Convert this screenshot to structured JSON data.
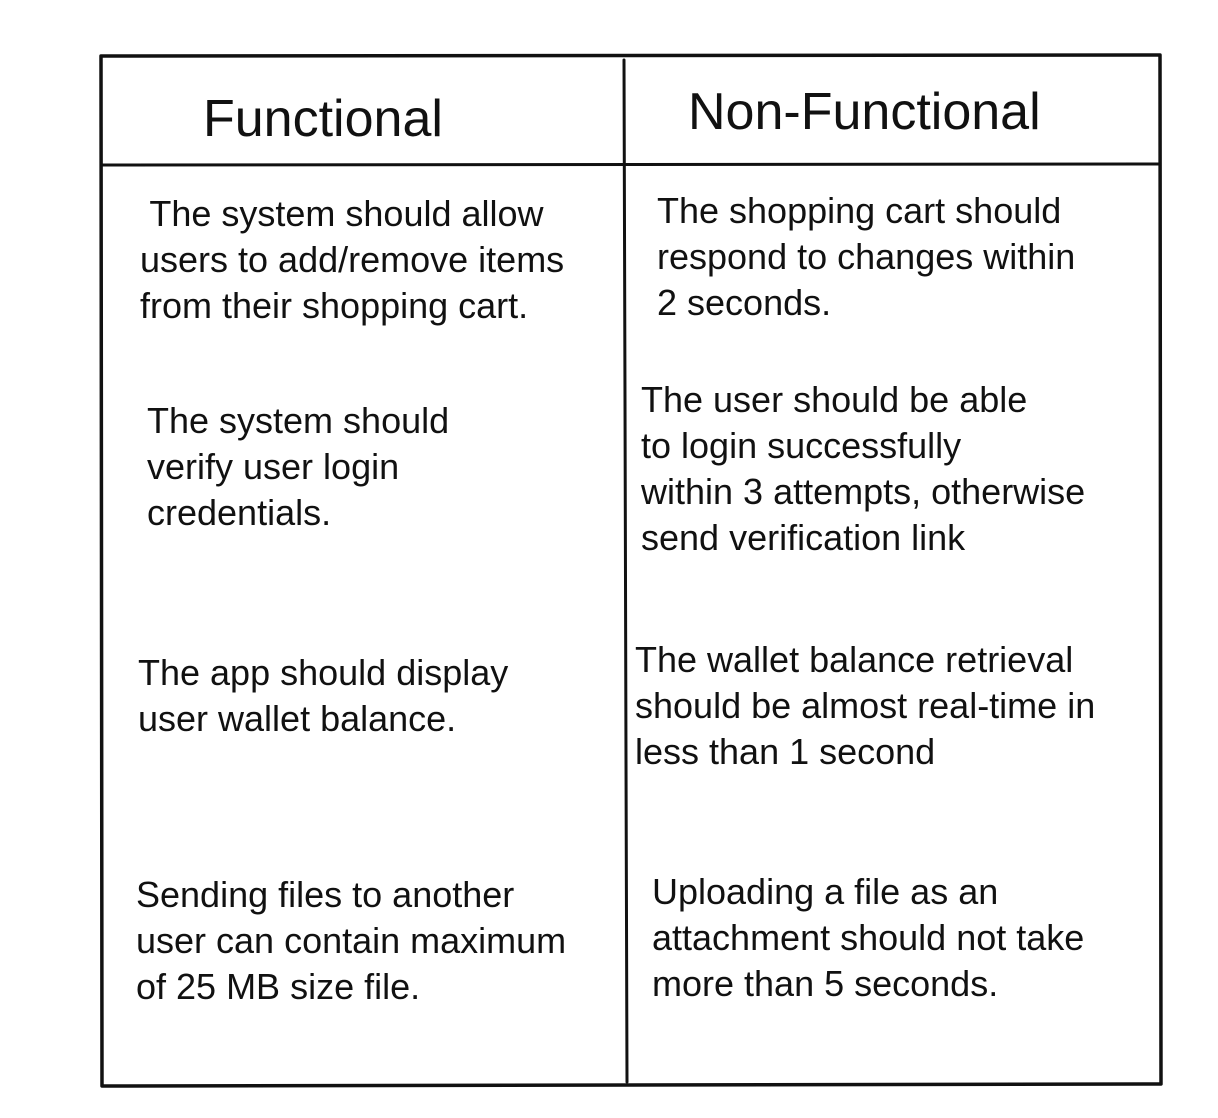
{
  "table": {
    "headers": {
      "functional": "Functional",
      "non_functional": "Non-Functional"
    },
    "rows": [
      {
        "functional": [
          " The system should allow",
          "users to add/remove items",
          "from their shopping cart."
        ],
        "non_functional": [
          "The shopping cart should",
          "respond to changes within",
          "2 seconds."
        ]
      },
      {
        "functional": [
          "The system should",
          "verify user login",
          "credentials."
        ],
        "non_functional": [
          "The user should be able",
          "to login successfully",
          "within 3 attempts, otherwise",
          "send verification link"
        ]
      },
      {
        "functional": [
          "The app should display",
          "user wallet balance."
        ],
        "non_functional": [
          "The wallet balance retrieval",
          "should be almost real-time in",
          "less than 1 second"
        ]
      },
      {
        "functional": [
          "Sending files to another",
          "user can contain maximum",
          "of 25 MB size file."
        ],
        "non_functional": [
          "Uploading a file as an",
          "attachment should not take",
          "more than 5 seconds."
        ]
      }
    ]
  }
}
